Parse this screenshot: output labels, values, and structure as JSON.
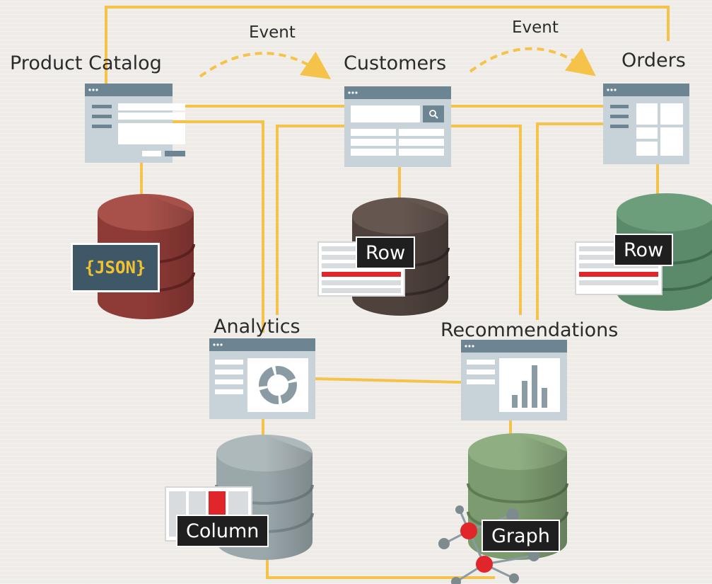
{
  "services": {
    "product_catalog": {
      "label": "Product Catalog"
    },
    "customers": {
      "label": "Customers"
    },
    "orders": {
      "label": "Orders"
    },
    "analytics": {
      "label": "Analytics"
    },
    "recommendations": {
      "label": "Recommendations"
    }
  },
  "events": {
    "event_1": "Event",
    "event_2": "Event"
  },
  "databases": {
    "product_catalog": {
      "badge": "{JSON}",
      "color": "#8e3a36"
    },
    "customers": {
      "badge": "Row",
      "color": "#4f423d"
    },
    "orders": {
      "badge": "Row",
      "color": "#5a8a6a"
    },
    "analytics": {
      "badge": "Column",
      "color": "#9aa7ab"
    },
    "recommendations": {
      "badge": "Graph",
      "color": "#7c9b70"
    }
  },
  "colors": {
    "connector": "#f5c24a",
    "window": "#c8d3d9",
    "window_bar": "#6d8593",
    "accent": "#e0262a"
  }
}
